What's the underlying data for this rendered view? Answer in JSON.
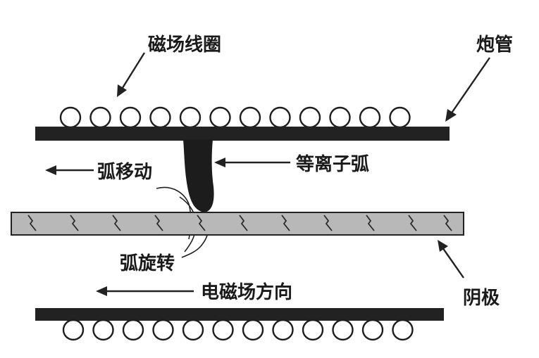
{
  "labels": {
    "magnetic_coil": "磁场线圈",
    "gun_tube": "炮管",
    "plasma_arc": "等离子弧",
    "arc_movement": "弧移动",
    "arc_rotation": "弧旋转",
    "em_field_direction": "电磁场方向",
    "cathode": "阴极"
  },
  "colors": {
    "ink": "#222222",
    "cathode_fill": "#b8b8b8",
    "background": "#ffffff"
  }
}
